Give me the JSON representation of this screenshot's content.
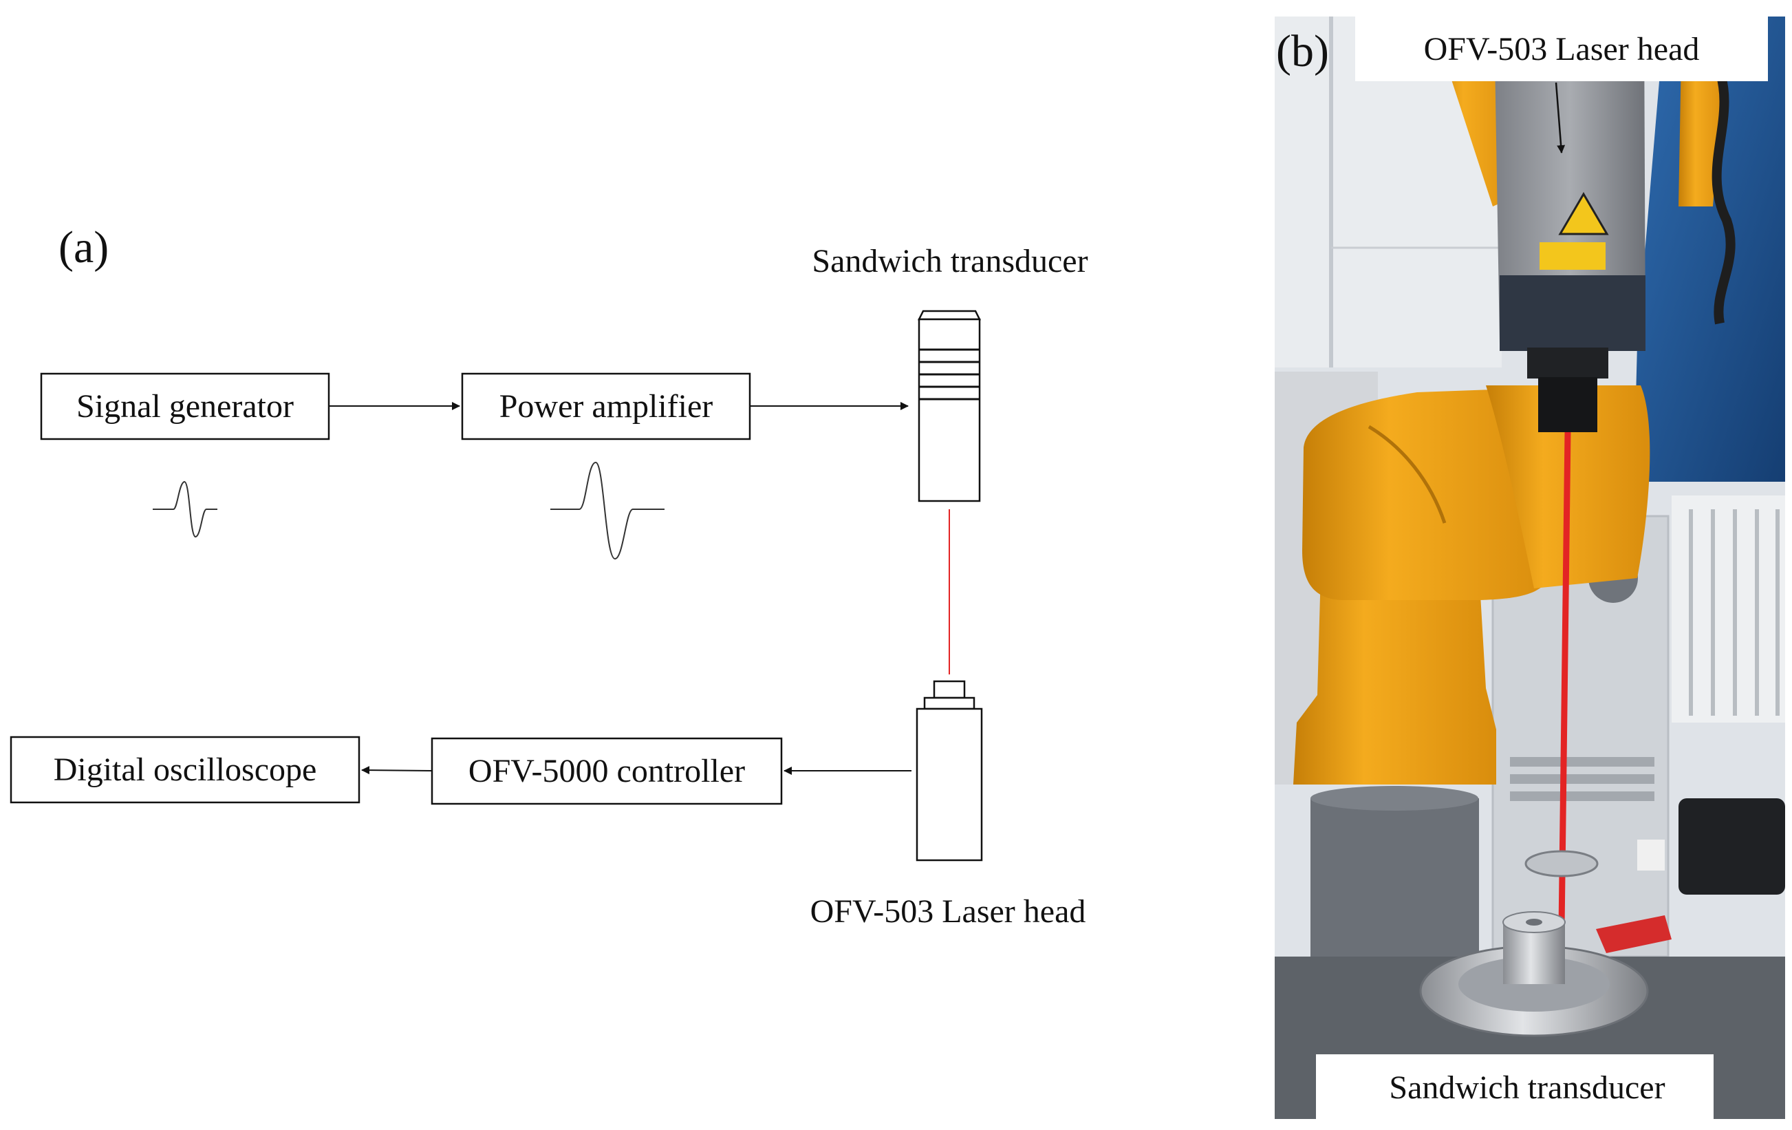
{
  "panel_a": {
    "letter": "(a)",
    "blocks": {
      "signal_generator": "Signal generator",
      "power_amplifier": "Power amplifier",
      "ofv_5000_controller": "OFV-5000 controller",
      "digital_oscilloscope": "Digital oscilloscope"
    },
    "sandwich_transducer_label": "Sandwich transducer",
    "laser_head_label": "OFV-503 Laser head"
  },
  "panel_b": {
    "letter": "(b)",
    "top_caption": "OFV-503 Laser head",
    "bottom_caption": "Sandwich transducer"
  },
  "colors": {
    "line": "#111111",
    "laser_beam": "#e32424",
    "robot_yellow": "#f2a516",
    "backdrop_blue": "#1d4f8c"
  }
}
